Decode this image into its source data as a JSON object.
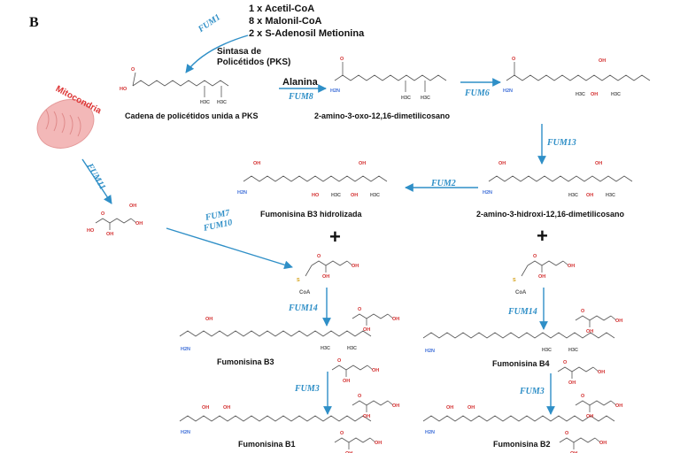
{
  "panel_label": "B",
  "substrates": [
    "1 x Acetil-CoA",
    "8 x Malonil-CoA",
    "2 x S-Adenosil Metionina"
  ],
  "enzyme_pks": "Sintasa de Policétidos (PKS)",
  "enzymes": {
    "fum1": "FUM1",
    "fum8": "FUM8",
    "fum6": "FUM6",
    "fum13": "FUM13",
    "fum2": "FUM2",
    "fum11": "FUM11",
    "fum7": "FUM7",
    "fum10": "FUM10",
    "fum14_left": "FUM14",
    "fum14_right": "FUM14",
    "fum3_left": "FUM3",
    "fum3_right": "FUM3"
  },
  "alanina": "Alanina",
  "mitocondria": "Mitocondria",
  "compounds": {
    "pks_chain": "Cadena de policétidos unida a PKS",
    "oxo": "2-amino-3-oxo-12,16-dimetilicosano",
    "hidroxi": "2-amino-3-hidroxi-12,16-dimetilicosano",
    "b3_hidrolizada": "Fumonisina B3 hidrolizada",
    "b3": "Fumonisina B3",
    "b4": "Fumonisina B4",
    "b1": "Fumonisina B1",
    "b2": "Fumonisina B2"
  },
  "plus": "+",
  "atoms": {
    "o": "O",
    "oh": "OH",
    "ho": "HO",
    "nh2": "H2N",
    "ch3": "H3C",
    "s": "S",
    "coa": "CoA"
  },
  "colors": {
    "arrow": "#2f8fc7",
    "bond": "#555555",
    "oxygen": "#d32f2f",
    "nitrogen": "#3f6fd8",
    "sulfur": "#d4a017",
    "mito_fill": "#f3b8b8",
    "mito_label": "#dd3333"
  }
}
